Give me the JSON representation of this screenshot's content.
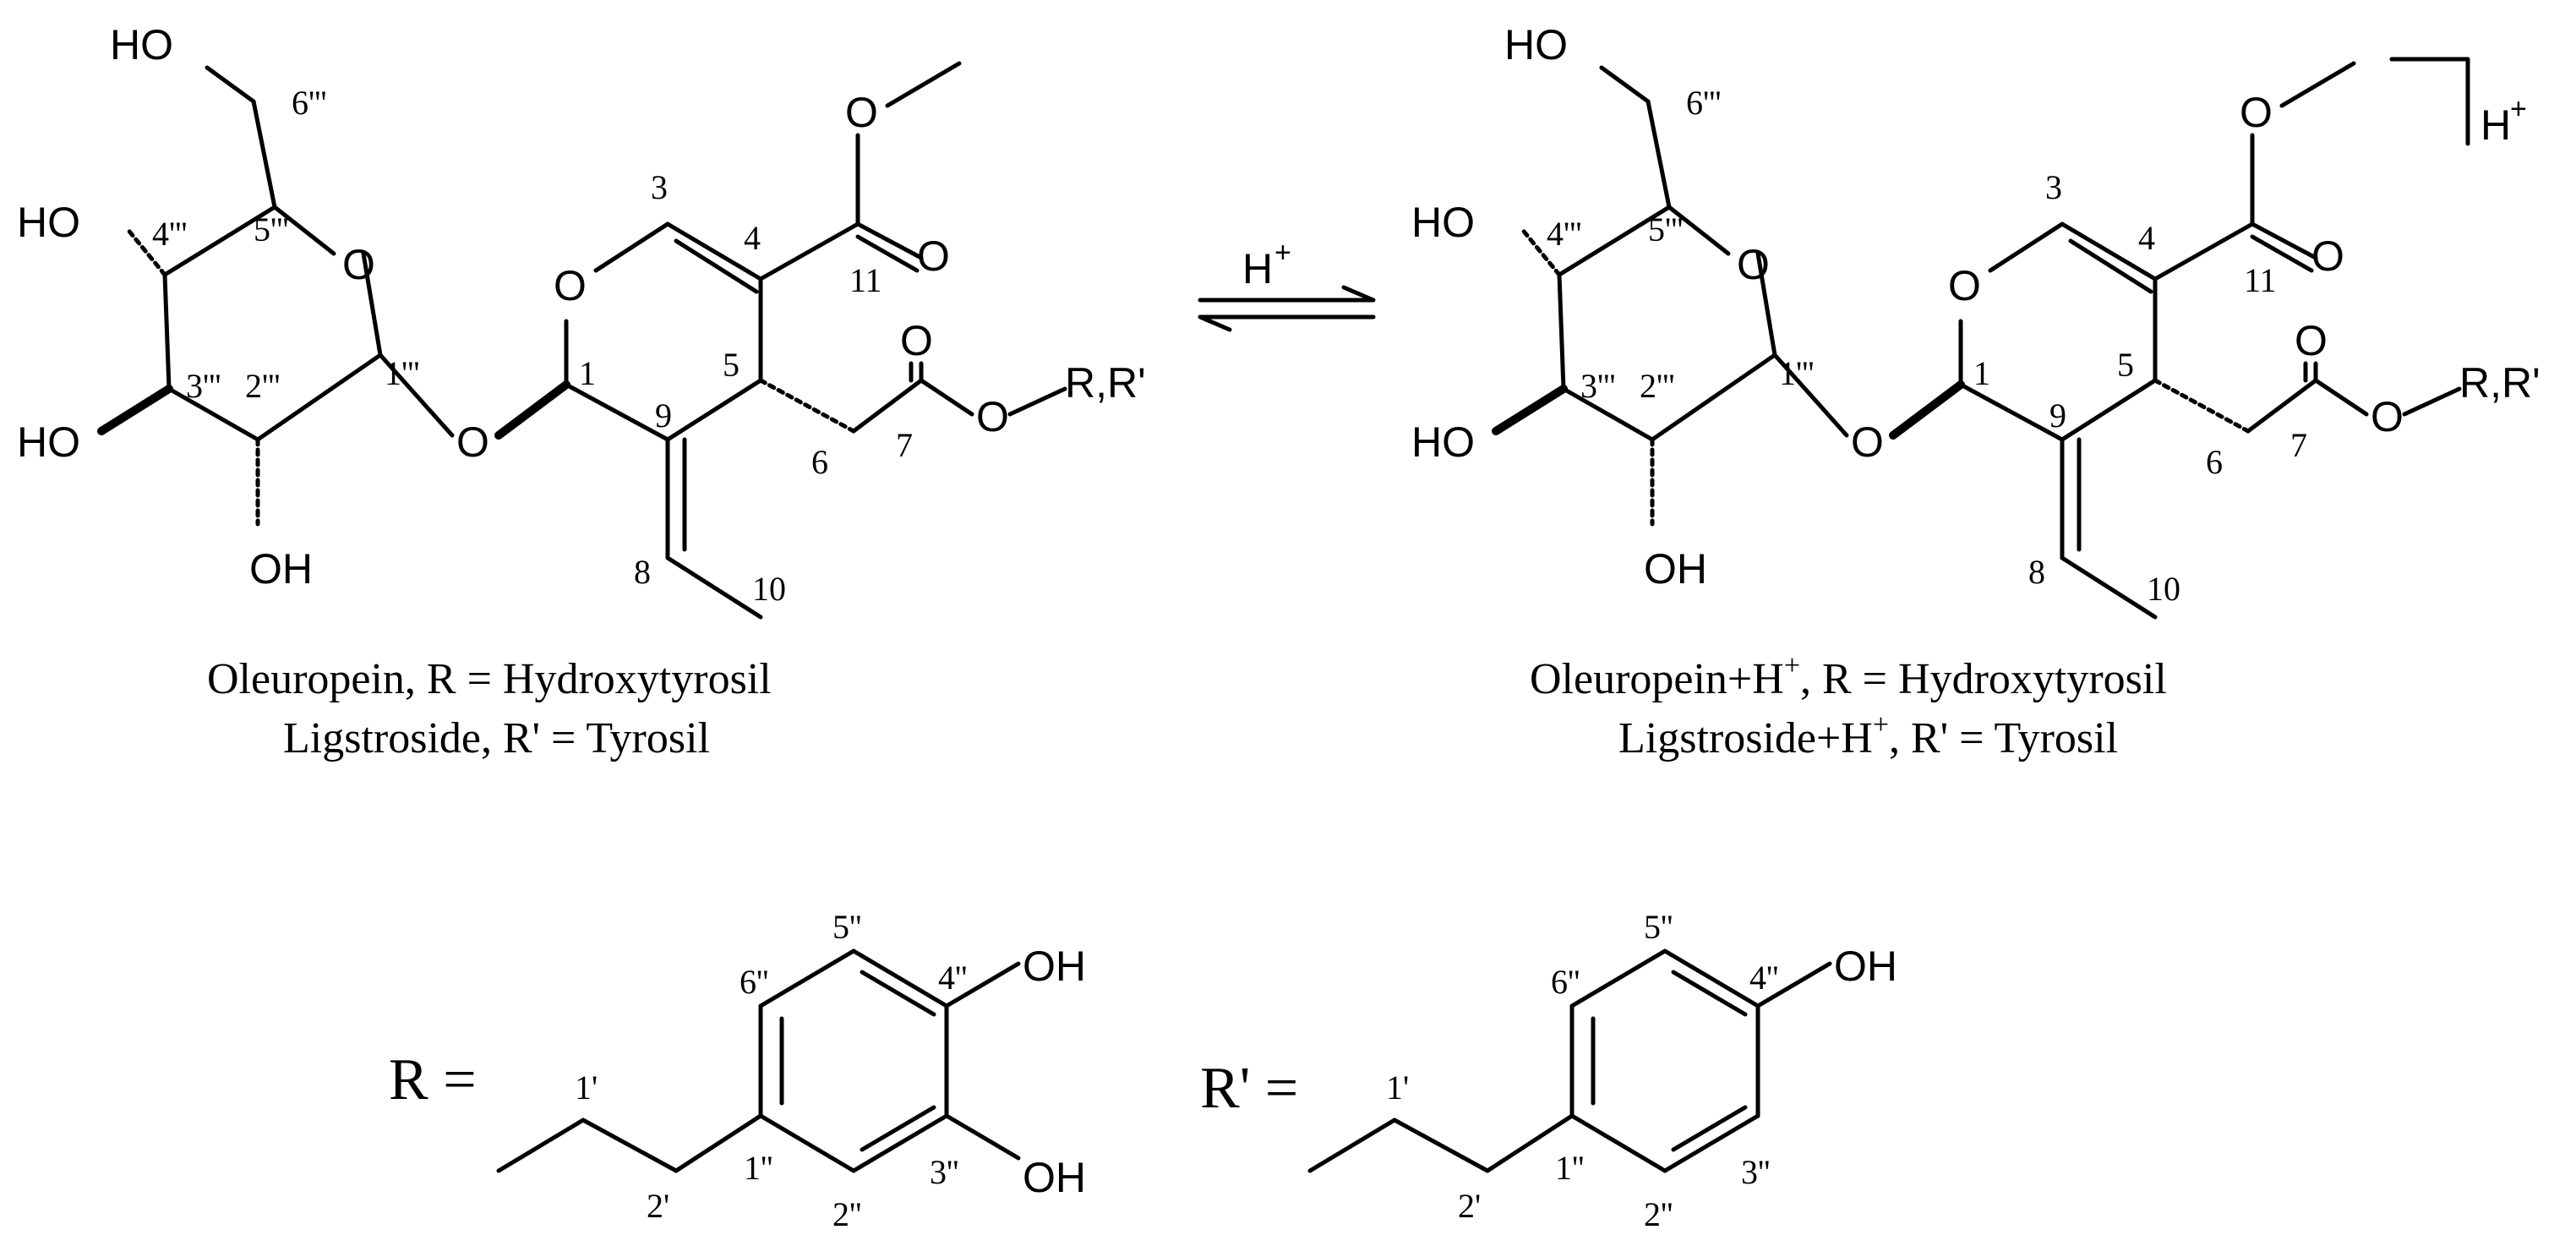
{
  "atoms": {
    "HO": "HO",
    "OH": "OH",
    "O": "O",
    "RR": "R,R'",
    "H": "H",
    "plus": "+",
    "Hplus": "H",
    "Hplus_sup": "+"
  },
  "numbers": {
    "c1": "1",
    "c3": "3",
    "c4": "4",
    "c5": "5",
    "c6": "6",
    "c7": "7",
    "c8": "8",
    "c9": "9",
    "c10": "10",
    "c11": "11",
    "g1": "1'''",
    "g2": "2'''",
    "g3": "3'''",
    "g4": "4'''",
    "g5": "5'''",
    "g6": "6'''",
    "a1p": "1'",
    "a2p": "2'",
    "r1": "1''",
    "r2": "2''",
    "r3": "3''",
    "r4": "4''",
    "r5": "5''",
    "r6": "6''"
  },
  "captions": {
    "left_line1": "Oleuropein, R = Hydroxytyrosil",
    "left_line2": "Ligstroside, R' = Tyrosil",
    "right_line1_a": "Oleuropein+H",
    "right_line1_b": "+",
    "right_line1_c": ", R = Hydroxytyrosil",
    "right_line2_a": "Ligstroside+H",
    "right_line2_b": "+",
    "right_line2_c": ", R' = Tyrosil"
  },
  "substituents": {
    "R_label": "R =",
    "Rp_label": "R' ="
  }
}
